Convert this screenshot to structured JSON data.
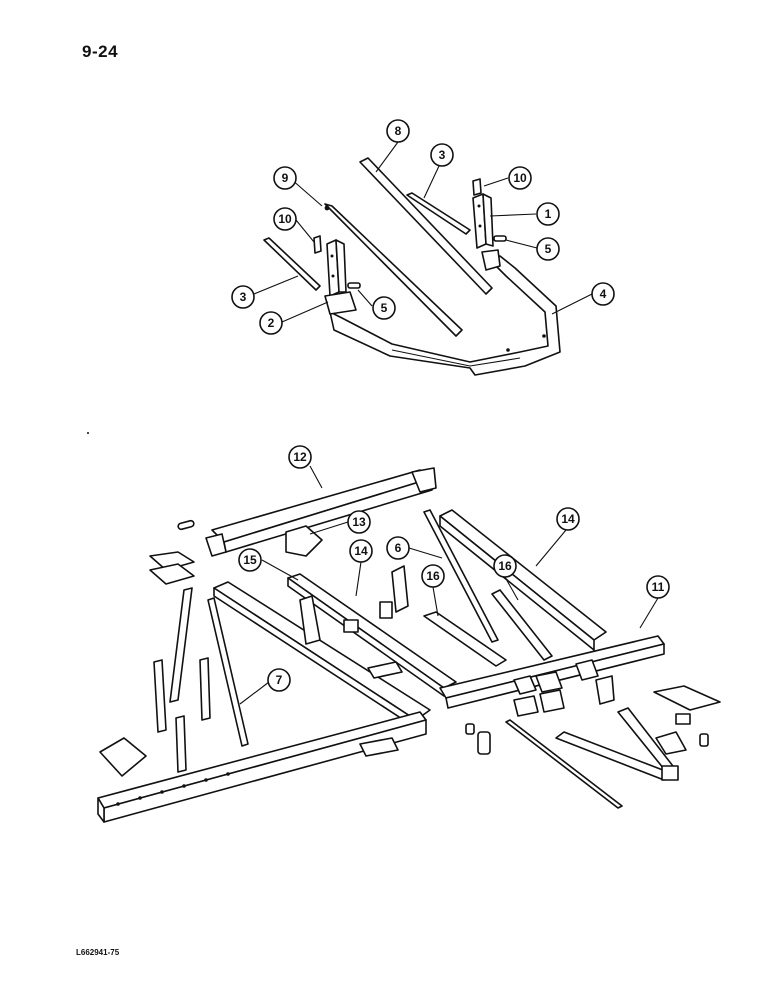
{
  "page": {
    "number": "9-24",
    "figure_code": "L662941-75"
  },
  "callouts": [
    {
      "id": "c8",
      "label": "8"
    },
    {
      "id": "c3a",
      "label": "3"
    },
    {
      "id": "c10a",
      "label": "10"
    },
    {
      "id": "c9",
      "label": "9"
    },
    {
      "id": "c1",
      "label": "1"
    },
    {
      "id": "c10b",
      "label": "10"
    },
    {
      "id": "c5a",
      "label": "5"
    },
    {
      "id": "c4",
      "label": "4"
    },
    {
      "id": "c3b",
      "label": "3"
    },
    {
      "id": "c5b",
      "label": "5"
    },
    {
      "id": "c2",
      "label": "2"
    },
    {
      "id": "c12",
      "label": "12"
    },
    {
      "id": "c13",
      "label": "13"
    },
    {
      "id": "c14a",
      "label": "14"
    },
    {
      "id": "c6",
      "label": "6"
    },
    {
      "id": "c14b",
      "label": "14"
    },
    {
      "id": "c15",
      "label": "15"
    },
    {
      "id": "c16a",
      "label": "16"
    },
    {
      "id": "c16b",
      "label": "16"
    },
    {
      "id": "c11",
      "label": "11"
    },
    {
      "id": "c7",
      "label": "7"
    }
  ]
}
